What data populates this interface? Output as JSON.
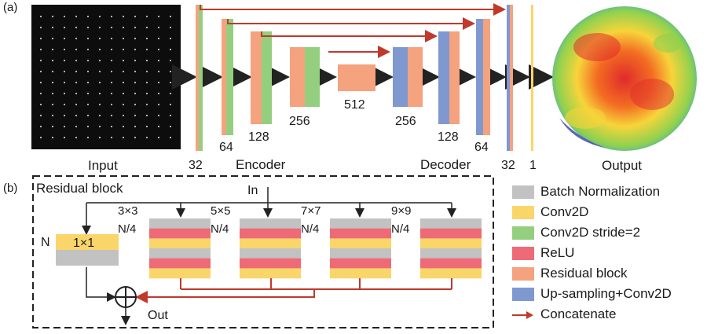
{
  "panel_a": {
    "tag": "(a)",
    "input_label": "Input",
    "output_label": "Output",
    "encoder_label": "Encoder",
    "decoder_label": "Decoder",
    "channels": [
      "32",
      "64",
      "128",
      "256",
      "512",
      "256",
      "128",
      "64",
      "32",
      "1"
    ]
  },
  "panel_b": {
    "tag": "(b)",
    "title": "Residual block",
    "in_label": "In",
    "out_label": "Out",
    "branch_n_label": "N",
    "conv1_label": "1×1",
    "kernels": [
      "3×3",
      "5×5",
      "7×7",
      "9×9"
    ],
    "quarter_label": "N/4"
  },
  "legend": {
    "items": [
      {
        "label": "Batch Normalization",
        "color": "#c2c2c2"
      },
      {
        "label": "Conv2D",
        "color": "#f9d56a"
      },
      {
        "label": "Conv2D stride=2",
        "color": "#93cf7f"
      },
      {
        "label": "ReLU",
        "color": "#ee6a76"
      },
      {
        "label": "Residual block",
        "color": "#f5a27e"
      },
      {
        "label": "Up-sampling+Conv2D",
        "color": "#7f98cf"
      }
    ],
    "concat_label": "Concatenate",
    "concat_color": "#c0392b"
  }
}
